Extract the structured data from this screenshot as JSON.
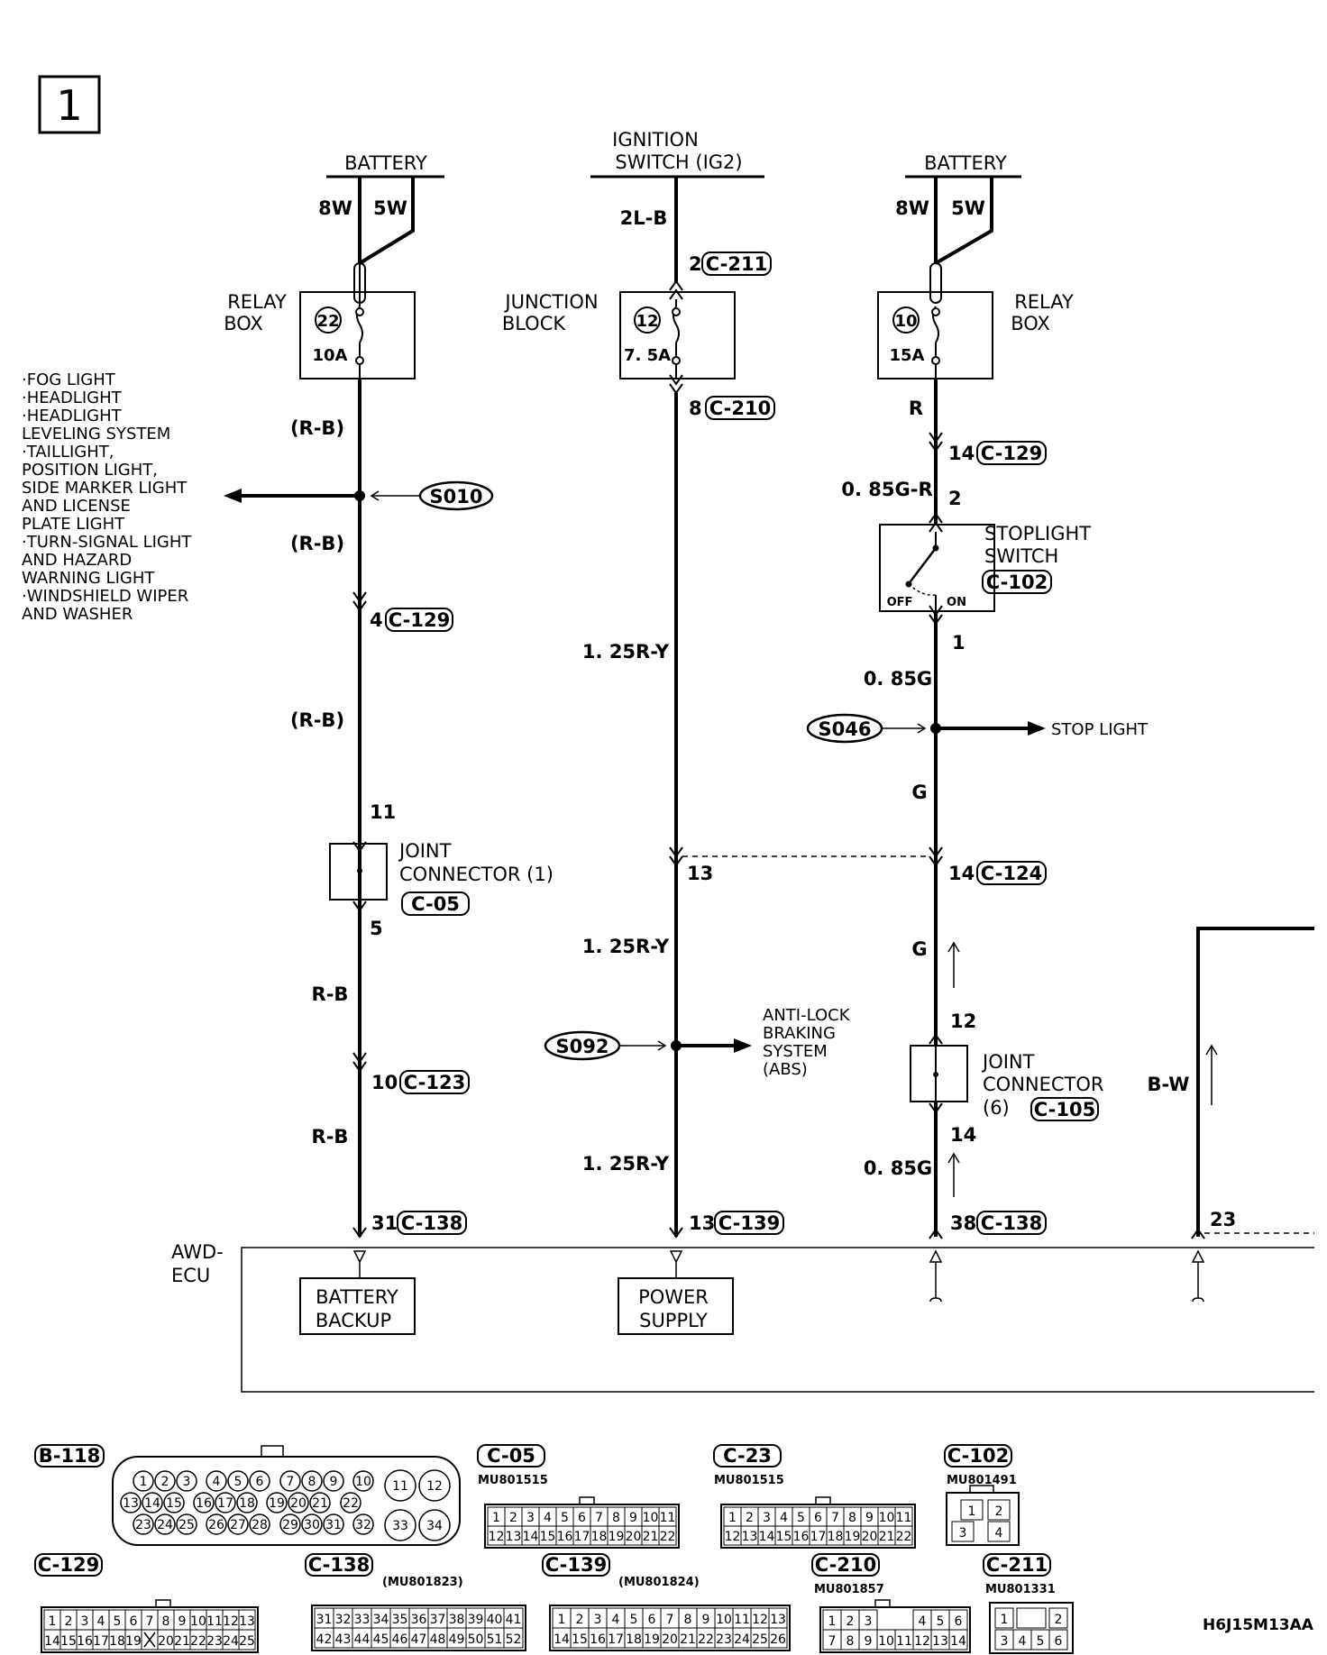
{
  "page_number": "1",
  "footer_code": "H6J15M13AA",
  "sources": {
    "battery_left": "BATTERY",
    "ignition_line1": "IGNITION",
    "ignition_line2": "SWITCH (IG2)",
    "battery_right": "BATTERY"
  },
  "wires": {
    "w8w_left": "8W",
    "w5w_left": "5W",
    "w8w_right": "8W",
    "w5w_right": "5W",
    "w2lb": "2L-B",
    "rb1": "(R-B)",
    "rb2": "(R-B)",
    "rb3": "(R-B)",
    "rb4": "R-B",
    "rb5": "R-B",
    "r125ry1": "1. 25R-Y",
    "r125ry2": "1. 25R-Y",
    "r125ry3": "1. 25R-Y",
    "r": "R",
    "g085r": "0. 85G-R",
    "g085a": "0. 85G",
    "g1": "G",
    "g2": "G",
    "g085b": "0. 85G",
    "bw": "B-W"
  },
  "fuses": {
    "relay_box_left": {
      "line1": "RELAY",
      "line2": "BOX",
      "number": "22",
      "amps": "10A"
    },
    "junction_block": {
      "line1": "JUNCTION",
      "line2": "BLOCK",
      "number": "12",
      "amps": "7. 5A"
    },
    "relay_box_right": {
      "line1": "RELAY",
      "line2": "BOX",
      "number": "10",
      "amps": "15A"
    }
  },
  "pins": {
    "p2": "2",
    "c211": "C-211",
    "p8": "8",
    "c210": "C-210",
    "p14a": "14",
    "c129a": "C-129",
    "p2b": "2",
    "p4": "4",
    "c129b": "C-129",
    "p1": "1",
    "p11": "11",
    "p13": "13",
    "p14b": "14",
    "c124": "C-124",
    "p5": "5",
    "p12": "12",
    "p10": "10",
    "c123": "C-123",
    "p14c": "14",
    "p31": "31",
    "c138a": "C-138",
    "p13b": "13",
    "c139": "C-139",
    "p38": "38",
    "c138b": "C-138",
    "p23": "23"
  },
  "splices": {
    "s010": "S010",
    "s046": "S046",
    "s092": "S092"
  },
  "left_list": [
    "·FOG LIGHT",
    "·HEADLIGHT",
    "·HEADLIGHT",
    " LEVELING SYSTEM",
    "·TAILLIGHT,",
    " POSITION LIGHT,",
    " SIDE MARKER LIGHT",
    " AND LICENSE",
    " PLATE LIGHT",
    "·TURN-SIGNAL LIGHT",
    " AND HAZARD",
    " WARNING LIGHT",
    "·WINDSHIELD WIPER",
    " AND WASHER"
  ],
  "stoplight_switch": {
    "line1": "STOPLIGHT",
    "line2": "SWITCH",
    "connector": "C-102",
    "off": "OFF",
    "on": "ON"
  },
  "stop_light": "STOP LIGHT",
  "joint1": {
    "line1": "JOINT",
    "line2": "CONNECTOR (1)",
    "connector": "C-05"
  },
  "joint6": {
    "line1": "JOINT",
    "line2": "CONNECTOR",
    "line3": "(6)",
    "connector": "C-105"
  },
  "abs": [
    "ANTI-LOCK",
    "BRAKING",
    "SYSTEM",
    "(ABS)"
  ],
  "ecu": {
    "line1": "AWD-",
    "line2": "ECU",
    "battery_backup_1": "BATTERY",
    "battery_backup_2": "BACKUP",
    "power_supply_1": "POWER",
    "power_supply_2": "SUPPLY"
  },
  "connectors": {
    "b118": {
      "name": "B-118"
    },
    "c05": {
      "name": "C-05",
      "part": "MU801515"
    },
    "c23": {
      "name": "C-23",
      "part": "MU801515"
    },
    "c102": {
      "name": "C-102",
      "part": "MU801491"
    },
    "c129": {
      "name": "C-129"
    },
    "c138": {
      "name": "C-138",
      "part": "(MU801823)"
    },
    "c139": {
      "name": "C-139",
      "part": "(MU801824)"
    },
    "c210": {
      "name": "C-210",
      "part": "MU801857"
    },
    "c211": {
      "name": "C-211",
      "part": "MU801331"
    }
  }
}
